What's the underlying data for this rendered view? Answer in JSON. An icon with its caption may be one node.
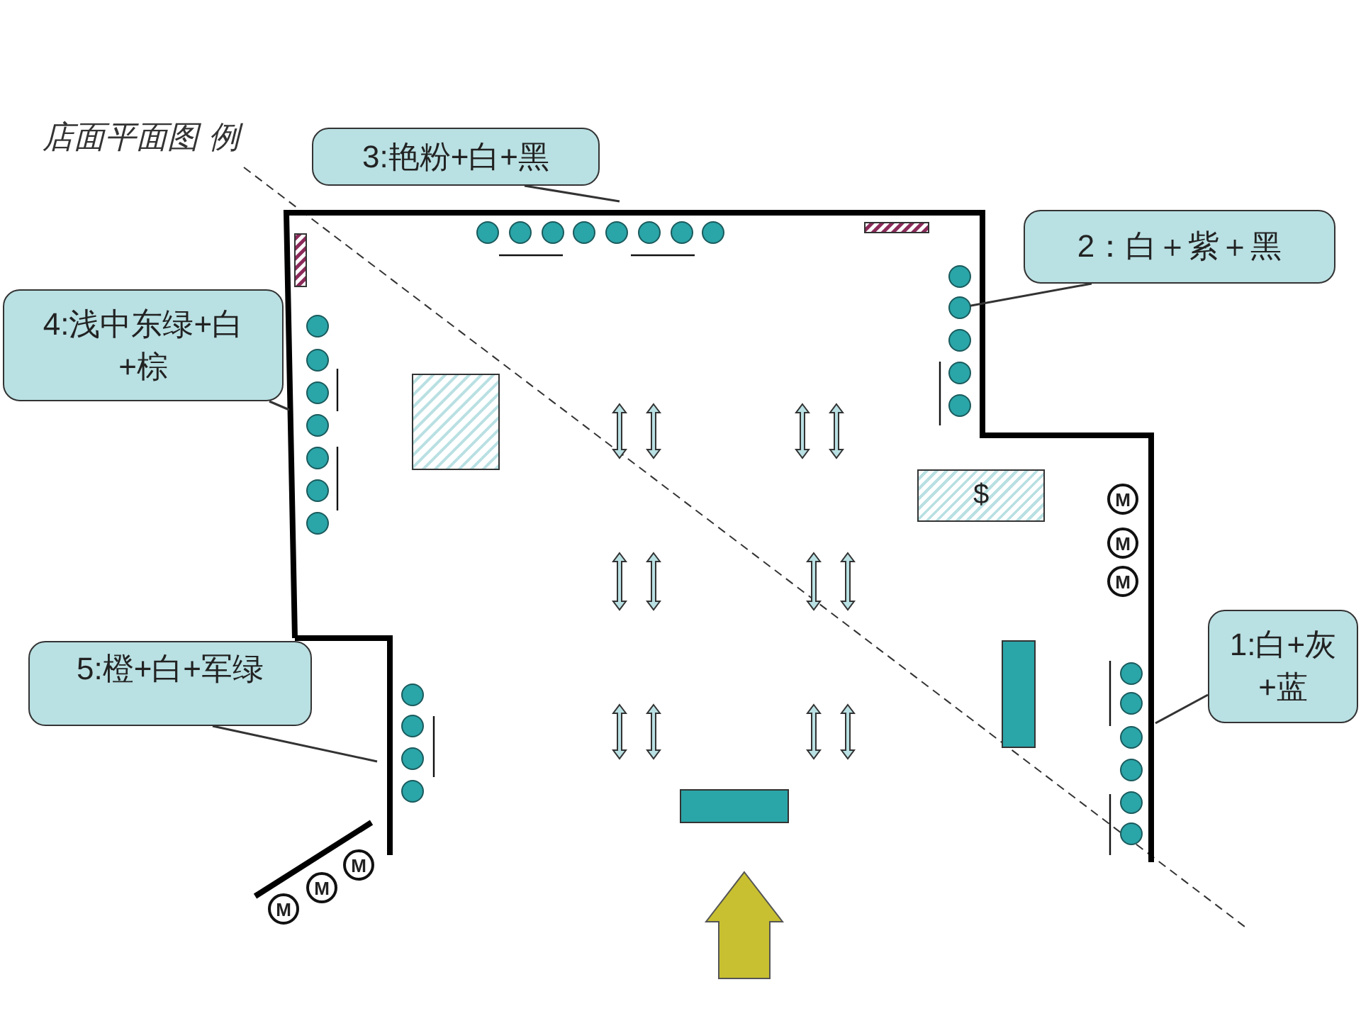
{
  "diagram": {
    "title": "店面平面图 例",
    "nodes": [
      {
        "text": [
          "3:艳粉+白+黑"
        ]
      },
      {
        "text": [
          "2：白＋紫＋黑"
        ]
      },
      {
        "text": [
          "4:浅中东绿+白+棕"
        ]
      },
      {
        "text": [
          "5:橙+白+军绿"
        ]
      },
      {
        "text": [
          "1:白+灰+蓝"
        ]
      },
      {
        "text": [
          "$"
        ]
      },
      {
        "text": [
          "M"
        ]
      },
      {
        "text": [
          "M"
        ]
      },
      {
        "text": [
          "M"
        ]
      },
      {
        "text": [
          "M"
        ]
      },
      {
        "text": [
          "M"
        ]
      },
      {
        "text": [
          "M"
        ]
      },
      {
        "text": [],
        "shape": "bar"
      },
      {
        "text": [],
        "shape": "bar"
      },
      {
        "text": [],
        "shape": "circle"
      },
      {
        "text": [],
        "shape": "circle"
      },
      {
        "text": [],
        "shape": "circle"
      },
      {
        "text": [],
        "shape": "circle"
      },
      {
        "text": [],
        "shape": "circle"
      },
      {
        "text": [],
        "shape": "circle"
      },
      {
        "text": [],
        "shape": "circle"
      },
      {
        "text": [],
        "shape": "circle"
      },
      {
        "text": [],
        "shape": "circle"
      },
      {
        "text": [],
        "shape": "circle"
      },
      {
        "text": [],
        "shape": "circle"
      },
      {
        "text": [],
        "shape": "circle"
      },
      {
        "text": [],
        "shape": "circle"
      },
      {
        "text": [],
        "shape": "circle"
      },
      {
        "text": [],
        "shape": "circle"
      },
      {
        "text": [],
        "shape": "circle"
      },
      {
        "text": [],
        "shape": "circle"
      },
      {
        "text": [],
        "shape": "circle"
      },
      {
        "text": [],
        "shape": "circle"
      },
      {
        "text": [],
        "shape": "circle"
      },
      {
        "text": [],
        "shape": "circle"
      },
      {
        "text": [],
        "shape": "circle"
      },
      {
        "text": [],
        "shape": "circle"
      },
      {
        "text": [],
        "shape": "circle"
      },
      {
        "text": [],
        "shape": "circle"
      },
      {
        "text": [],
        "shape": "circle"
      },
      {
        "text": [],
        "shape": "circle"
      },
      {
        "text": [],
        "shape": "circle"
      },
      {
        "text": [],
        "shape": "circle"
      },
      {
        "text": [],
        "shape": "circle"
      }
    ],
    "edges": [
      {
        "from": 0,
        "to": null,
        "arrow": "none"
      },
      {
        "from": 1,
        "to": 23,
        "arrow": "none"
      },
      {
        "from": 2,
        "to": null,
        "arrow": "none"
      },
      {
        "from": 3,
        "to": null,
        "arrow": "none"
      },
      {
        "from": 4,
        "to": null,
        "arrow": "none"
      }
    ]
  }
}
